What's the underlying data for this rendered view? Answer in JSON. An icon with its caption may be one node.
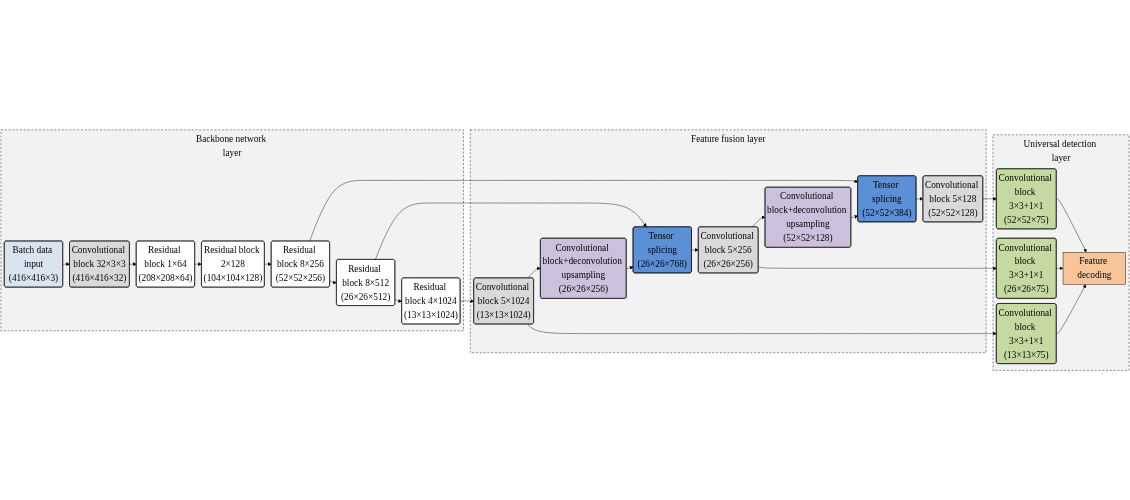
{
  "diagram": {
    "nodes": [
      {
        "text": [
          "Backbone network layer"
        ]
      },
      {
        "text": [
          "Batch data input",
          "(416×416×3)"
        ],
        "in": 0
      },
      {
        "text": [
          "Convolutional block 32×3×3",
          "(416×416×32)"
        ],
        "in": 0
      },
      {
        "text": [
          "Residual block 1×64",
          "(208×208×64)"
        ],
        "in": 0
      },
      {
        "text": [
          "Residual block 2×128",
          "(104×104×128)"
        ],
        "in": 0
      },
      {
        "text": [
          "Residual block 8×256",
          "(52×52×256)"
        ],
        "in": 0
      },
      {
        "text": [
          "Residual block 8×512",
          "(26×26×512)"
        ],
        "in": 0
      },
      {
        "text": [
          "Residual block 4×1024",
          "(13×13×1024)"
        ],
        "in": 0
      },
      {
        "text": [
          "Feature fusion layer"
        ]
      },
      {
        "text": [
          "Convolutional block 5×128",
          "(52×52×128)"
        ],
        "in": 8
      },
      {
        "text": [
          "Tensor splicing",
          "(52×52×384)"
        ],
        "in": 8
      },
      {
        "text": [
          "Convolutional block+deconvolution upsampling",
          "(52×52×128)"
        ],
        "in": 8
      },
      {
        "text": [
          "Tensor splicing",
          "(26×26×768)"
        ],
        "in": 8
      },
      {
        "text": [
          "Convolutional block 5×256",
          "(26×26×256)"
        ],
        "in": 8
      },
      {
        "text": [
          "Convolutional block+deconvolution upsampling",
          "(26×26×256)"
        ],
        "in": 8
      },
      {
        "text": [
          "Convolutional block 5×1024",
          "(13×13×1024)"
        ],
        "in": 8
      },
      {
        "text": [
          "Universal detection layer"
        ]
      },
      {
        "text": [
          "Convolutional block 3×3+1×1",
          "(52×52×75)"
        ],
        "in": 16
      },
      {
        "text": [
          "Convolutional block 3×3+1×1",
          "(26×26×75)"
        ],
        "in": 16
      },
      {
        "text": [
          "Convolutional block 3×3+1×1",
          "(13×13×75)"
        ],
        "in": 16
      },
      {
        "text": [
          "Feature decoding"
        ],
        "in": 16
      }
    ],
    "edges": [
      {
        "from": 1,
        "to": 2,
        "arrow": "to"
      },
      {
        "from": 2,
        "to": 3,
        "arrow": "to"
      },
      {
        "from": 3,
        "to": 4,
        "arrow": "to"
      },
      {
        "from": 4,
        "to": 5,
        "arrow": "to"
      },
      {
        "from": 5,
        "to": 6,
        "arrow": "to"
      },
      {
        "from": 6,
        "to": 7,
        "arrow": "to"
      },
      {
        "from": 5,
        "to": 10,
        "arrow": "to"
      },
      {
        "from": 6,
        "to": 12,
        "arrow": "to"
      },
      {
        "from": 7,
        "to": 15,
        "arrow": "to"
      },
      {
        "from": 15,
        "to": 14,
        "arrow": "to"
      },
      {
        "from": 14,
        "to": 12,
        "arrow": "to"
      },
      {
        "from": 12,
        "to": 13,
        "arrow": "to"
      },
      {
        "from": 13,
        "to": 11,
        "arrow": "to"
      },
      {
        "from": 11,
        "to": 10,
        "arrow": "to"
      },
      {
        "from": 10,
        "to": 9,
        "arrow": "to"
      },
      {
        "from": 9,
        "to": 17,
        "arrow": "to"
      },
      {
        "from": 13,
        "to": 18,
        "arrow": "to"
      },
      {
        "from": 15,
        "to": 19,
        "arrow": "to"
      },
      {
        "from": 17,
        "to": 20,
        "arrow": "to"
      },
      {
        "from": 18,
        "to": 20,
        "arrow": "to"
      },
      {
        "from": 19,
        "to": 20,
        "arrow": "to"
      }
    ]
  }
}
